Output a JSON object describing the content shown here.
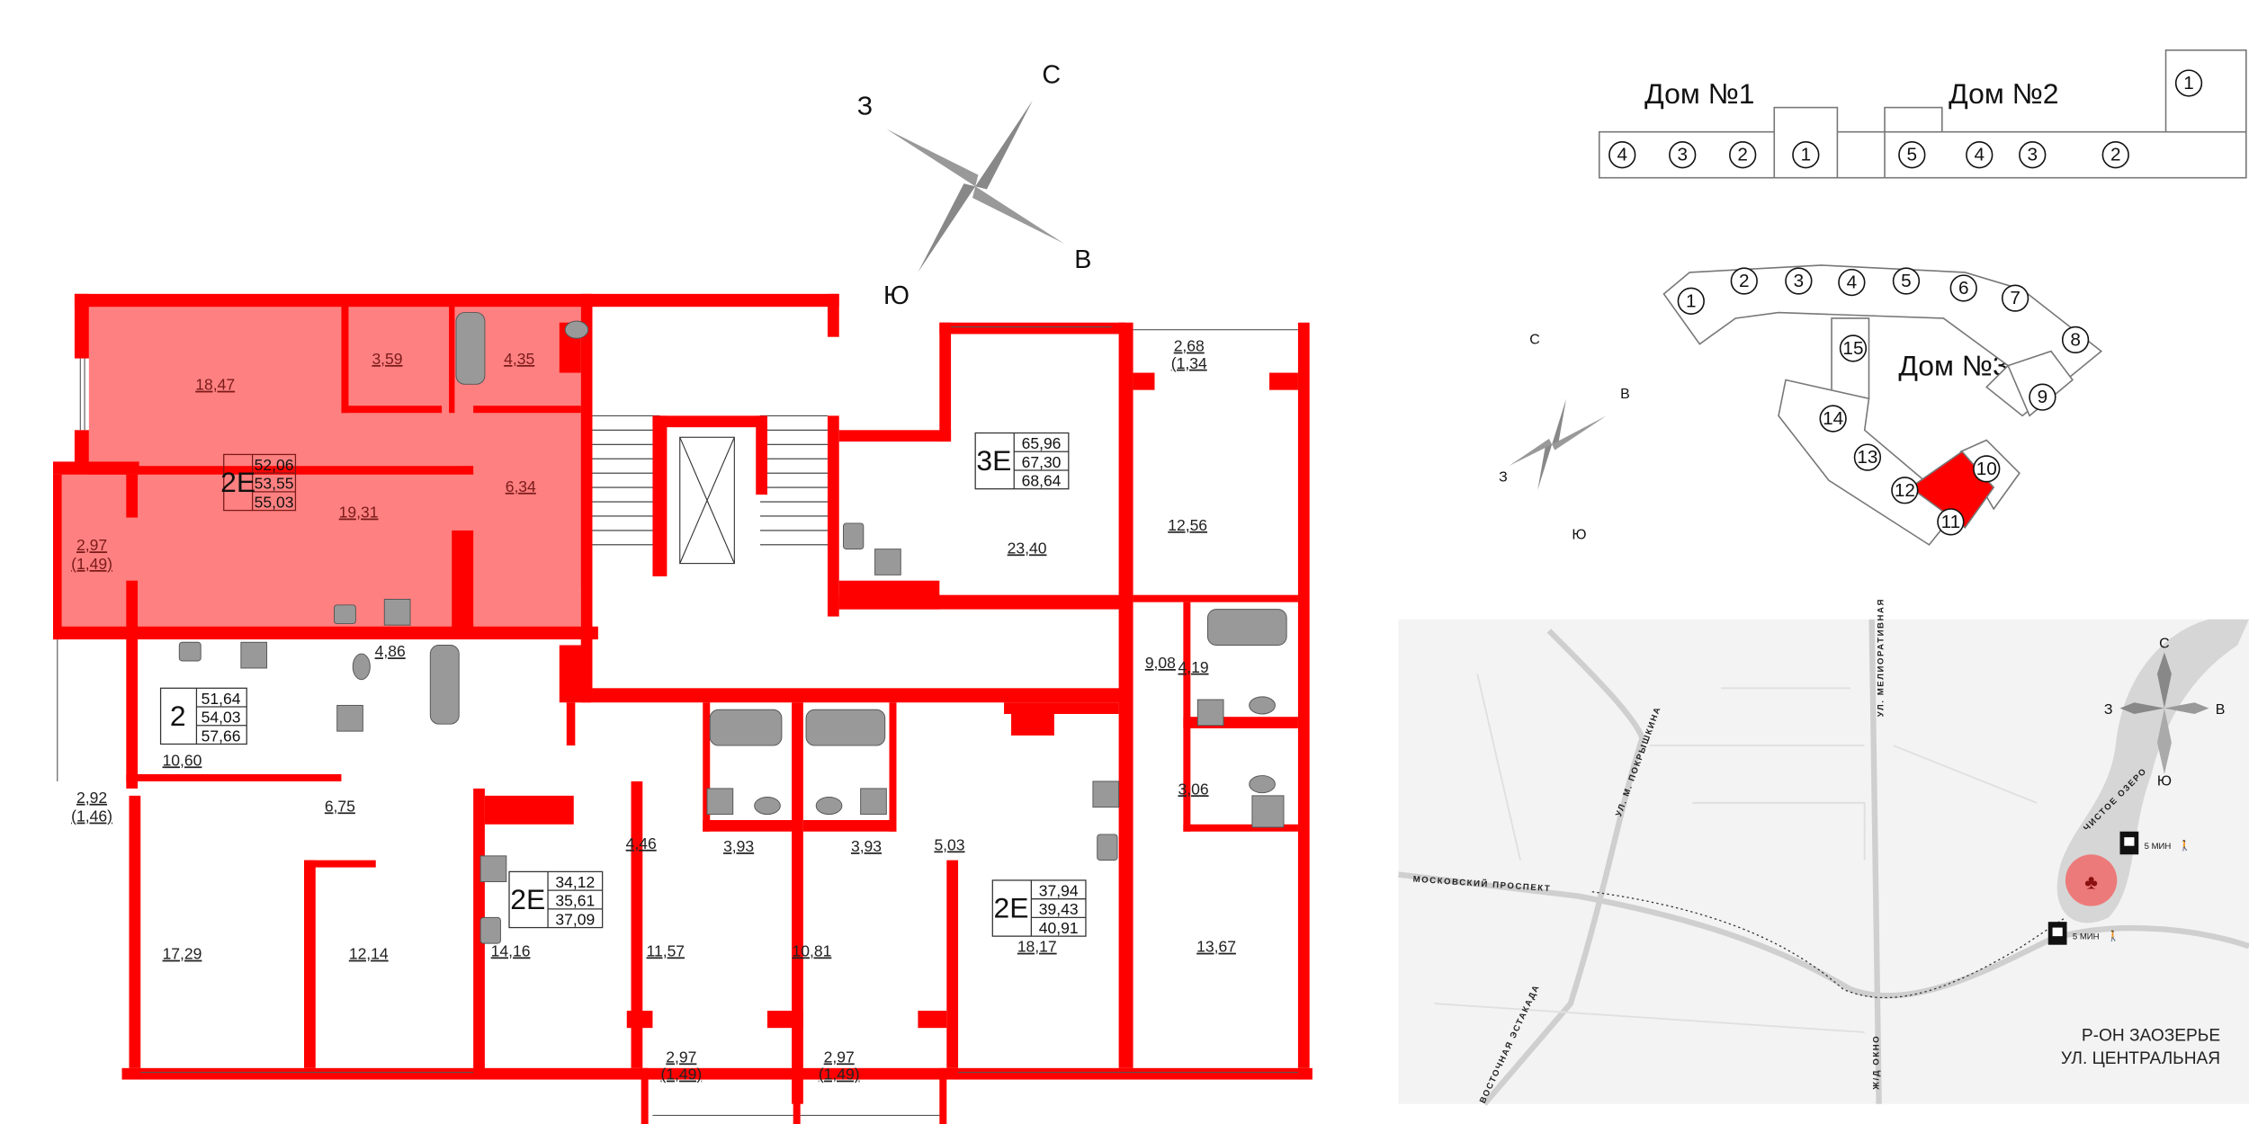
{
  "plan": {
    "compass": {
      "north": "С",
      "south": "Ю",
      "west": "З",
      "east": "В"
    },
    "colors": {
      "wall": "#ff0000",
      "selected_apartment": "#ff8080",
      "fixture": "#999999"
    },
    "selected_apartment_index": 0,
    "apartments": [
      {
        "type": "2E",
        "areas": [
          "52,06",
          "53,55",
          "55,03"
        ]
      },
      {
        "type": "2",
        "areas": [
          "51,64",
          "54,03",
          "57,66"
        ]
      },
      {
        "type": "2E",
        "areas": [
          "34,12",
          "35,61",
          "37,09"
        ]
      },
      {
        "type": "3E",
        "areas": [
          "65,96",
          "67,30",
          "68,64"
        ]
      },
      {
        "type": "2E",
        "areas": [
          "37,94",
          "39,43",
          "40,91"
        ]
      }
    ],
    "rooms": {
      "r1847": "18,47",
      "r359": "3,59",
      "r435": "4,35",
      "r634": "6,34",
      "r1931": "19,31",
      "bal_a": "2,97",
      "bal_a2": "(1,49)",
      "r486": "4,86",
      "r1060": "10,60",
      "bal_b": "2,92",
      "bal_b2": "(1,46)",
      "r675": "6,75",
      "r1729": "17,29",
      "r1214": "12,14",
      "r446": "4,46",
      "r393a": "3,93",
      "r393b": "3,93",
      "r503": "5,03",
      "r1416": "14,16",
      "r1157": "11,57",
      "r1081": "10,81",
      "bal_c": "2,97",
      "bal_c2": "(1,49)",
      "bal_d": "2,97",
      "bal_d2": "(1,49)",
      "r2340": "23,40",
      "bal_e": "2,68",
      "bal_e2": "(1,34",
      "r1256": "12,56",
      "r908": "9,08",
      "r419": "4,19",
      "r306": "3,06",
      "r1817": "18,17",
      "r1367": "13,67"
    }
  },
  "site_plan": {
    "house1": {
      "title": "Дом №1",
      "sections": [
        "4",
        "3",
        "2",
        "1"
      ]
    },
    "house2": {
      "title": "Дом №2",
      "sections": [
        "5",
        "4",
        "3",
        "2",
        "1"
      ]
    },
    "house3": {
      "title": "Дом №3",
      "sections": [
        "1",
        "2",
        "3",
        "4",
        "5",
        "6",
        "7",
        "8",
        "9",
        "10",
        "11",
        "12",
        "13",
        "14",
        "15"
      ],
      "selected_section": "11"
    },
    "compass": {
      "north": "С",
      "south": "Ю",
      "west": "З",
      "east": "В"
    }
  },
  "map": {
    "streets": [
      "МОСКОВСКИЙ ПРОСПЕКТ",
      "УЛ. МЕЛИОРАТИВНАЯ",
      "УЛ. М. ПОКРЫШКИНА",
      "ВОСТОЧНАЯ ЭСТАКАДА",
      "ЧИСТОЕ ОЗЕРО",
      "Ж/Д ОКНО"
    ],
    "transit": [
      {
        "time": "5 МИН"
      },
      {
        "time": "5 МИН"
      }
    ],
    "district_line1": "Р-ОН ЗАОЗЕРЬЕ",
    "district_line2": "УЛ. ЦЕНТРАЛЬНАЯ",
    "compass": {
      "north": "С",
      "south": "Ю",
      "west": "З",
      "east": "В"
    },
    "marker_color": "#f07070"
  }
}
